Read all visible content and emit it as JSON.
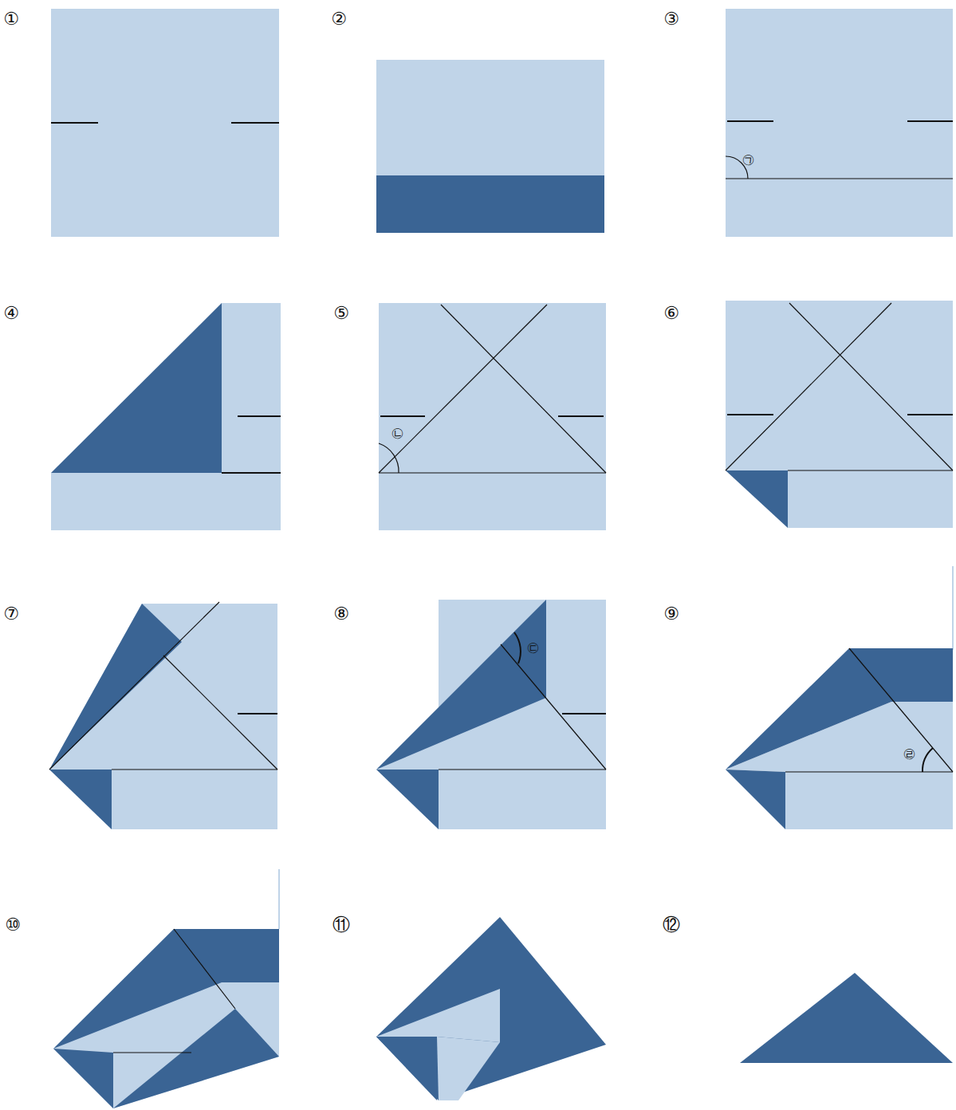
{
  "diagram": {
    "labels": [
      "①",
      "②",
      "③",
      "④",
      "⑤",
      "⑥",
      "⑦",
      "⑧",
      "⑨",
      "⑩",
      "⑪",
      "⑫",
      "㉠",
      "㉡",
      "㉢",
      "㉣"
    ]
  }
}
